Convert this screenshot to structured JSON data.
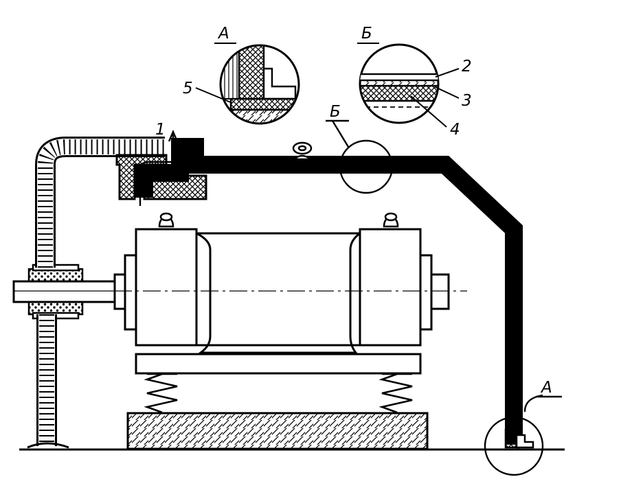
{
  "labels": {
    "marker_1": "1",
    "marker_2": "2",
    "marker_3": "3",
    "marker_4": "4",
    "marker_5": "5",
    "detail_a_top": "А",
    "detail_a_bottom": "А",
    "detail_b_top": "Б",
    "detail_b_circle": "Б"
  },
  "colors": {
    "ink": "#000000",
    "paper": "#ffffff"
  }
}
